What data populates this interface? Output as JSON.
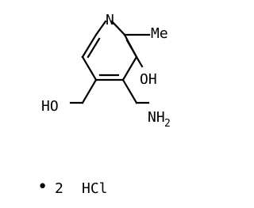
{
  "molecule": {
    "atoms": {
      "ring_n": "N",
      "methyl": "Me",
      "hydroxyl": "OH",
      "hydroxymethyl": "HO",
      "amino": "NH",
      "amino_subscript": "2"
    }
  },
  "salt": {
    "bullet": "•",
    "count": "2",
    "formula": "HCl"
  },
  "colors": {
    "ink": "#000000",
    "background": "#ffffff"
  }
}
